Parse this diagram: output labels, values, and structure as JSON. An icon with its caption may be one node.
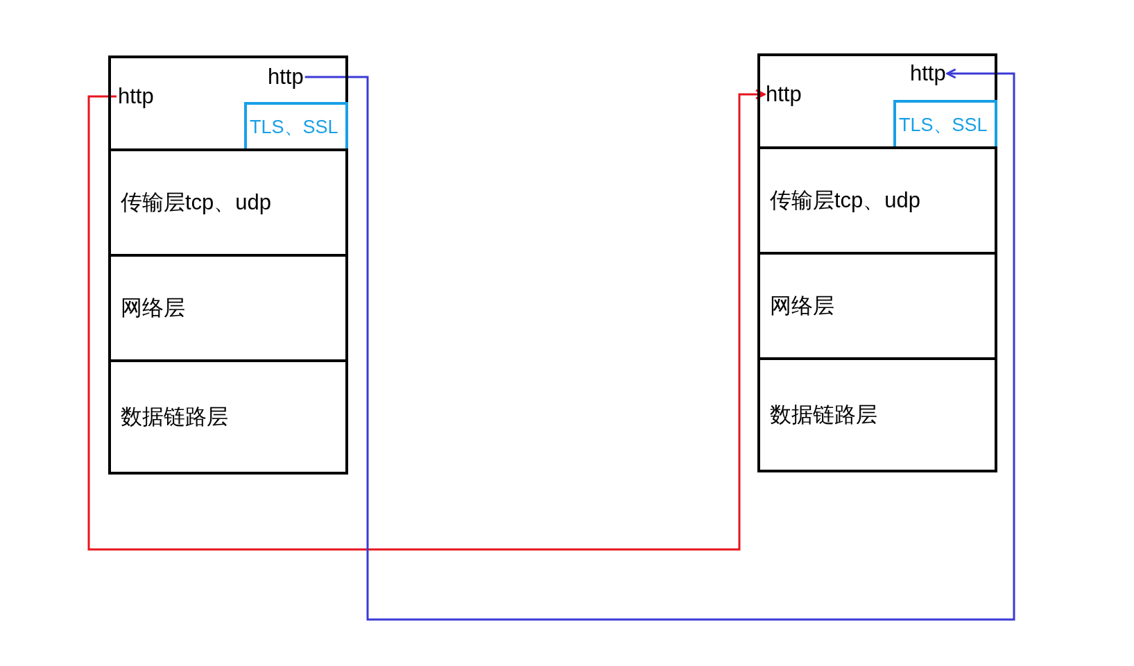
{
  "diagram": {
    "nodes": [
      {
        "text": [],
        "shape": "box"
      },
      {
        "text": [
          "http"
        ],
        "in": 0
      },
      {
        "text": [
          "http"
        ],
        "in": 0
      },
      {
        "text": [
          "TLS、SSL"
        ],
        "in": 0
      },
      {
        "text": [
          "传输层tcp、udp"
        ]
      },
      {
        "text": [
          "网络层"
        ]
      },
      {
        "text": [
          "数据链路层"
        ]
      },
      {
        "text": [],
        "shape": "box"
      },
      {
        "text": [
          "http"
        ],
        "in": 7
      },
      {
        "text": [
          "http"
        ],
        "in": 7
      },
      {
        "text": [
          "TLS、SSL"
        ],
        "in": 7
      },
      {
        "text": [
          "传输层tcp、udp"
        ]
      },
      {
        "text": [
          "网络层"
        ]
      },
      {
        "text": [
          "数据链路层"
        ]
      }
    ],
    "edges": [
      {
        "from": 1,
        "to": 8,
        "arrow": "to",
        "color": "#e8141e"
      },
      {
        "from": 2,
        "to": 9,
        "arrow": "to",
        "color": "#3a3ad6"
      }
    ]
  }
}
